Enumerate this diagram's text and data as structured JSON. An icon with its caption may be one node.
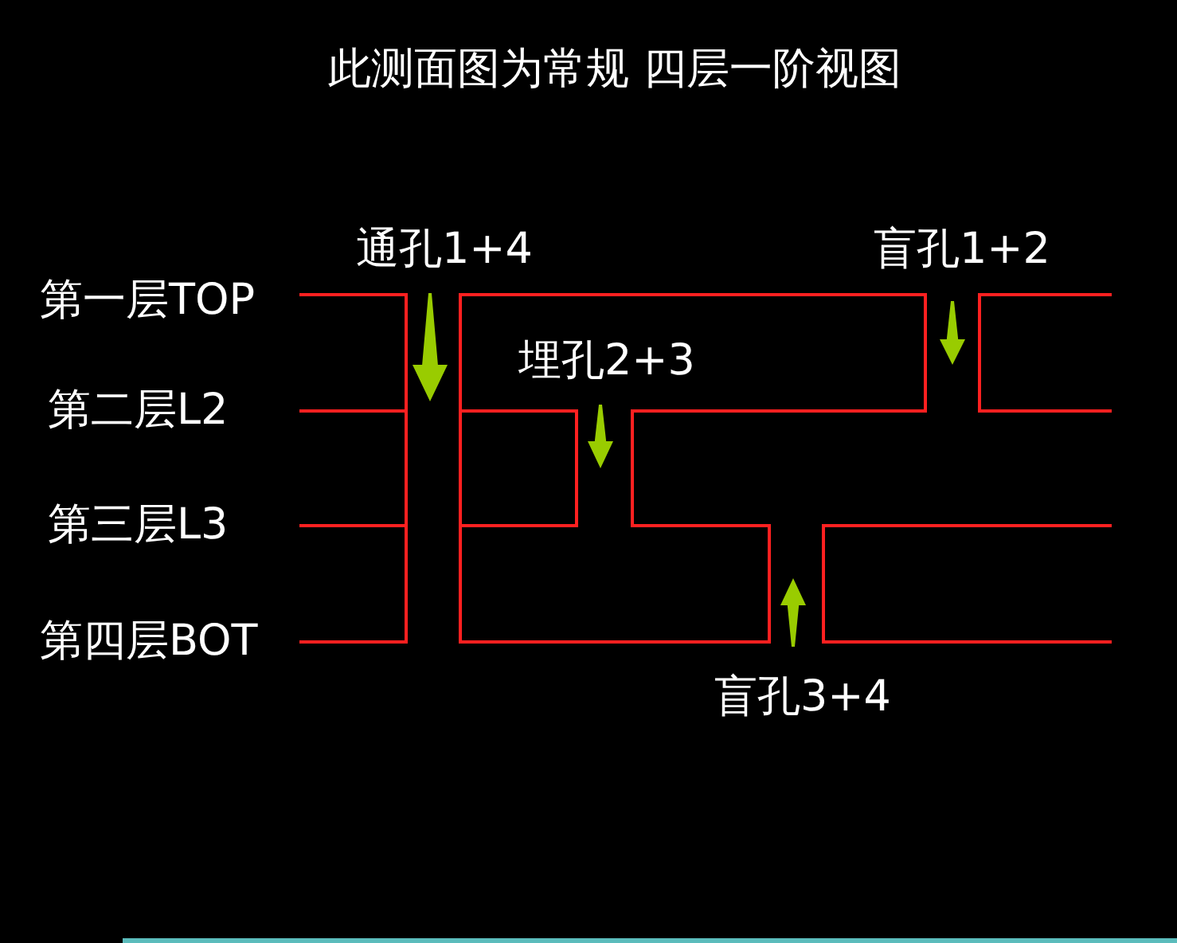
{
  "diagram": {
    "title": "此测面图为常规 四层一阶视图",
    "labels": [
      "通孔1+4",
      "盲孔1+2",
      "第一层TOP",
      "埋孔2+3",
      "第二层L2",
      "第三层L3",
      "第四层BOT",
      "盲孔3+4"
    ]
  }
}
